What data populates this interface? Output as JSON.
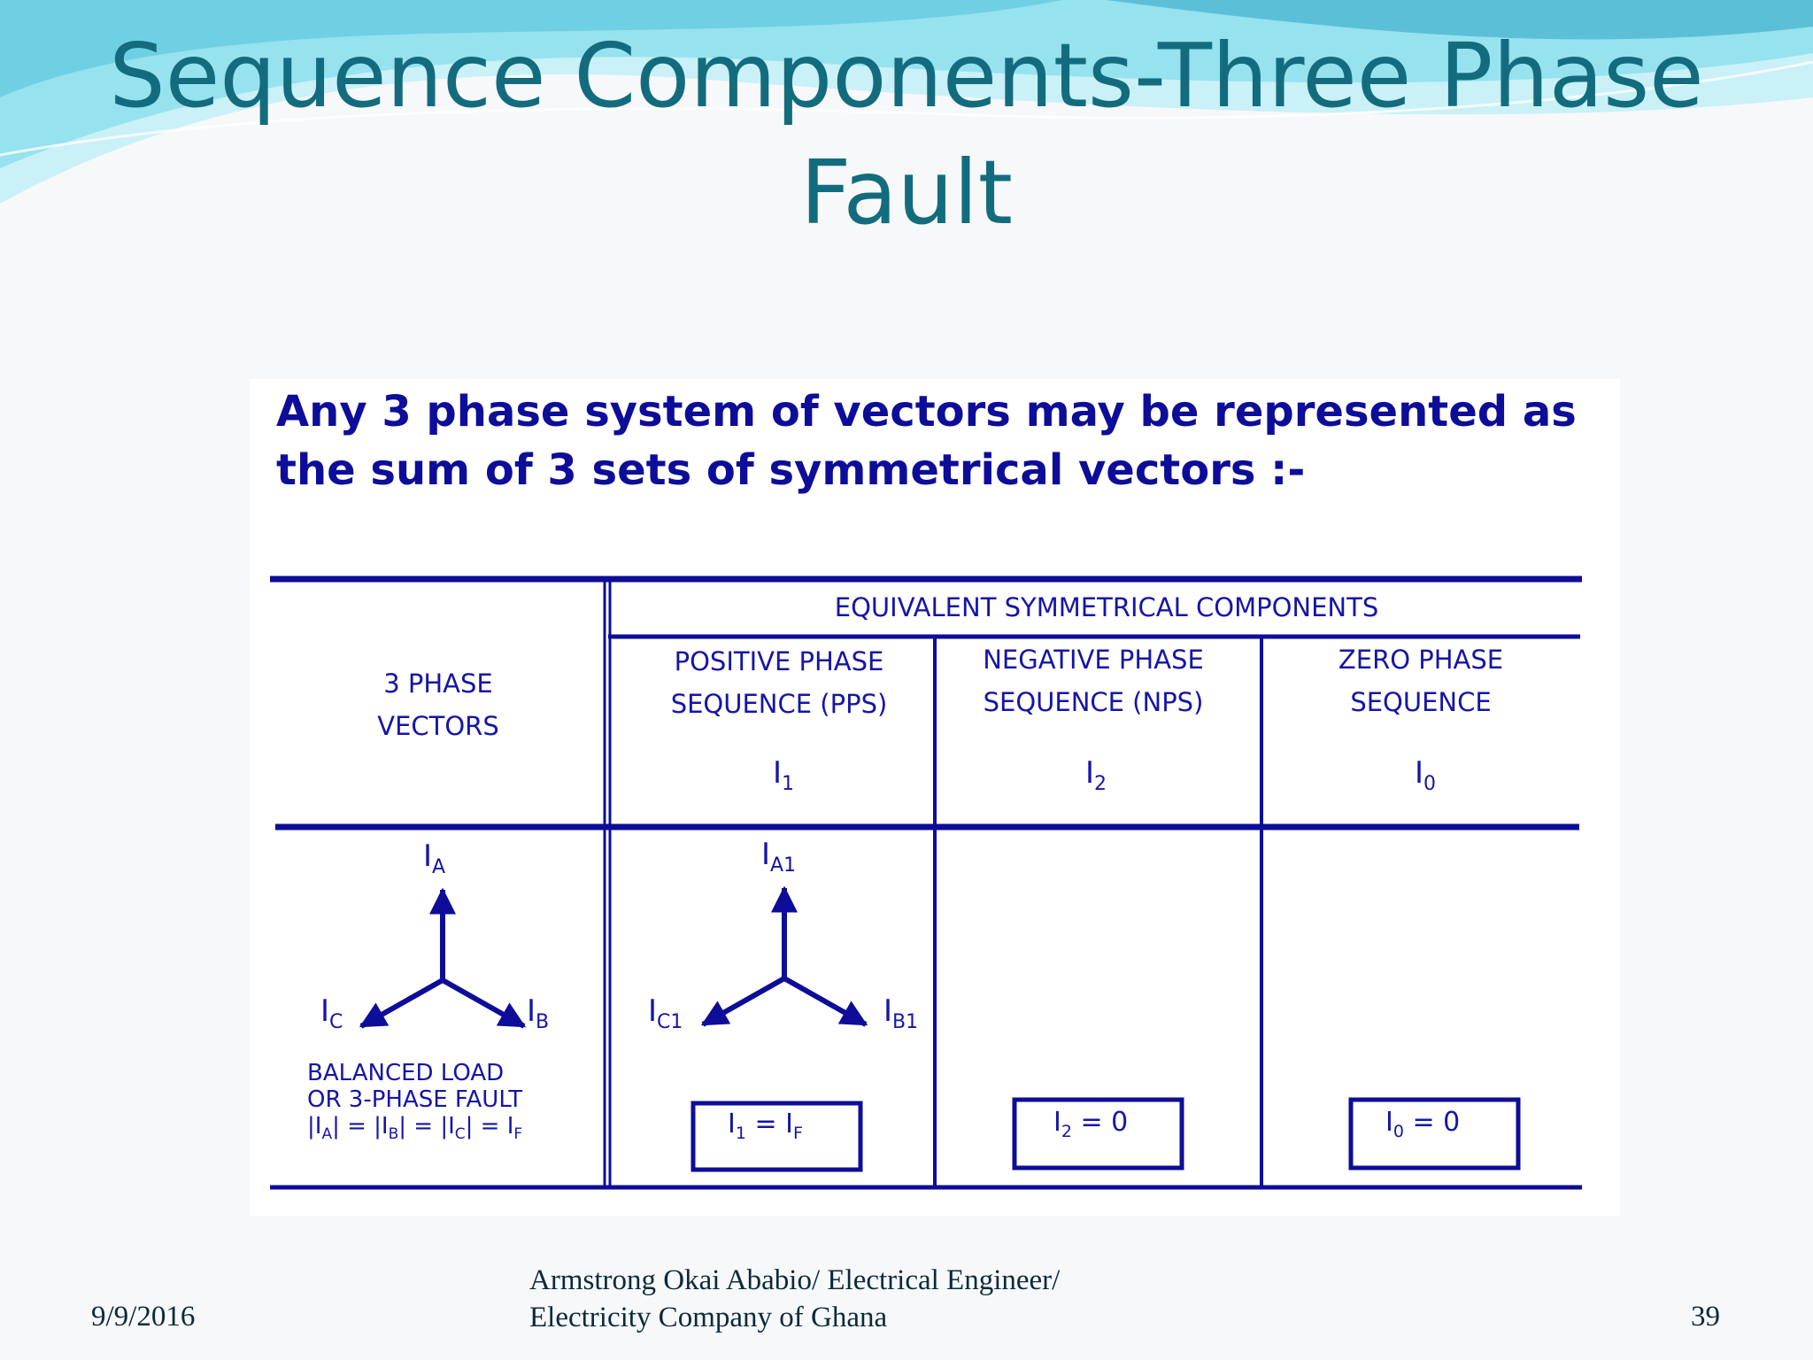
{
  "slide": {
    "title": "Sequence Components-Three Phase Fault",
    "intro_line_1": "Any 3 phase system of vectors may be represented as",
    "intro_line_2": "the sum of 3 sets of symmetrical vectors :-"
  },
  "table": {
    "header_group": "EQUIVALENT SYMMETRICAL COMPONENTS",
    "col_vectors_line_1": "3 PHASE",
    "col_vectors_line_2": "VECTORS",
    "col_pps_line_1": "POSITIVE PHASE",
    "col_pps_line_2": "SEQUENCE (PPS)",
    "col_nps_line_1": "NEGATIVE PHASE",
    "col_nps_line_2": "SEQUENCE (NPS)",
    "col_zps_line_1": "ZERO PHASE",
    "col_zps_line_2": "SEQUENCE",
    "sym_i1": {
      "main": "I",
      "sub": "1"
    },
    "sym_i2": {
      "main": "I",
      "sub": "2"
    },
    "sym_i0": {
      "main": "I",
      "sub": "0"
    }
  },
  "diagram": {
    "three_phase_labels": {
      "a": {
        "main": "I",
        "sub": "A"
      },
      "b": {
        "main": "I",
        "sub": "B"
      },
      "c": {
        "main": "I",
        "sub": "C"
      }
    },
    "pps_labels": {
      "a": {
        "main": "I",
        "sub": "A1"
      },
      "b": {
        "main": "I",
        "sub": "B1"
      },
      "c": {
        "main": "I",
        "sub": "C1"
      }
    },
    "note_line_1": "BALANCED LOAD",
    "note_line_2": "OR 3-PHASE FAULT",
    "note_line_3": {
      "p1": "|I",
      "s1": "A",
      "p2": "| = |I",
      "s2": "B",
      "p3": "| = |I",
      "s3": "C",
      "p4": "|  =  I",
      "s4": "F"
    },
    "box_pps": {
      "p1": "I",
      "s1": "1",
      "p2": " = I",
      "s2": "F"
    },
    "box_nps": {
      "p1": "I",
      "s1": "2",
      "p2": " = 0"
    },
    "box_zps": {
      "p1": "I",
      "s1": "0",
      "p2": " = 0"
    }
  },
  "footer": {
    "date": "9/9/2016",
    "author_line_1": "Armstrong Okai Ababio/  Electrical Engineer/",
    "author_line_2": "Electricity Company of Ghana",
    "page": "39"
  },
  "colors": {
    "title": "#136c7e",
    "diagram_blue": "#0d0d99",
    "wave_light": "#bfeff6",
    "wave_mid": "#7fd6e8",
    "background": "#f7f8fa"
  }
}
